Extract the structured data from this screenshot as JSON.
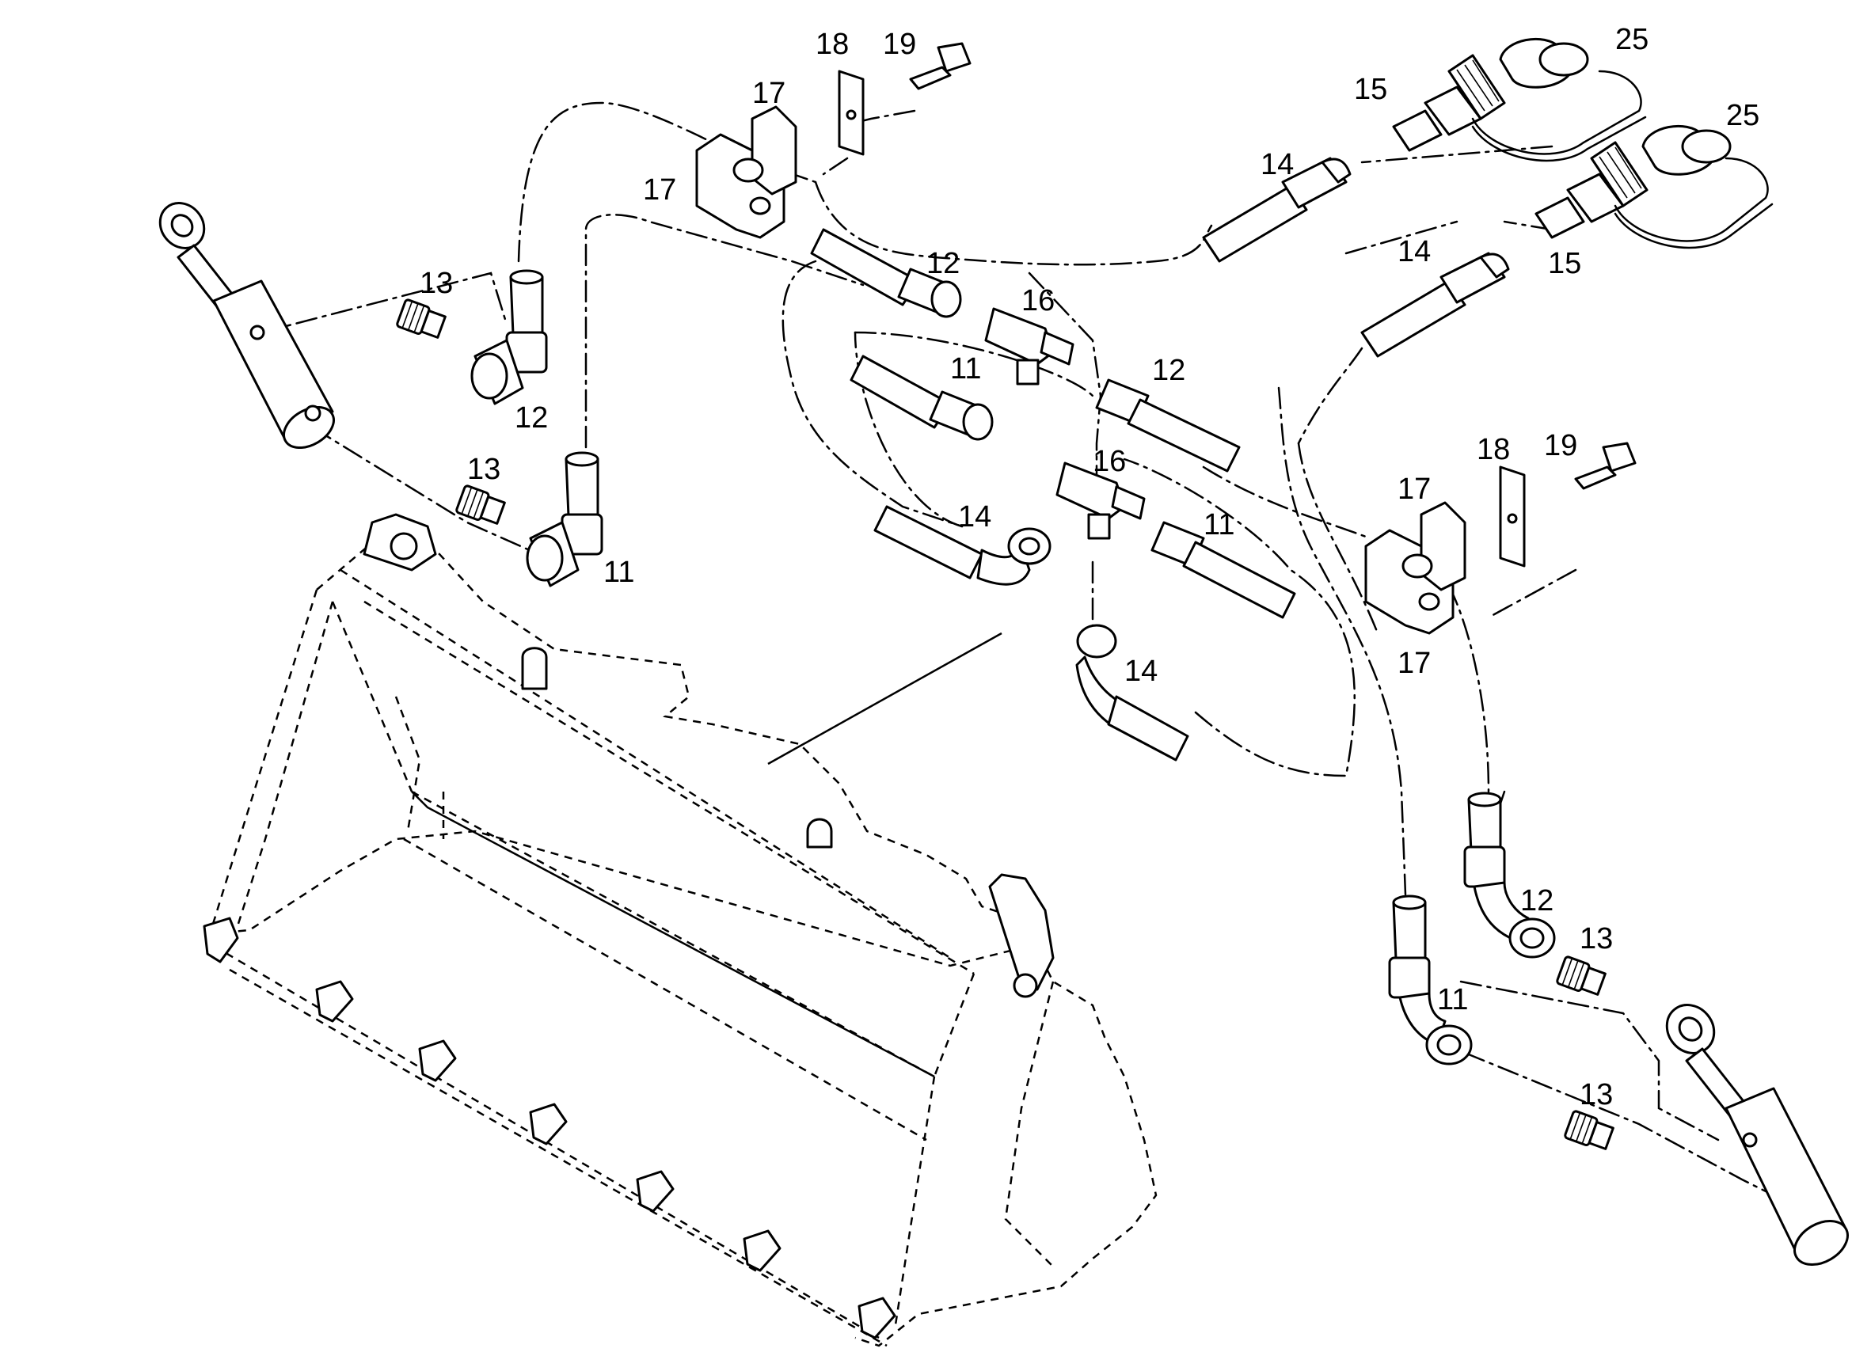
{
  "callouts": [
    {
      "id": "c-18-top",
      "text": "18"
    },
    {
      "id": "c-19-top",
      "text": "19"
    },
    {
      "id": "c-17-top-a",
      "text": "17"
    },
    {
      "id": "c-17-top-b",
      "text": "17"
    },
    {
      "id": "c-25-a",
      "text": "25"
    },
    {
      "id": "c-15-a",
      "text": "15"
    },
    {
      "id": "c-25-b",
      "text": "25"
    },
    {
      "id": "c-14-a",
      "text": "14"
    },
    {
      "id": "c-14-b",
      "text": "14"
    },
    {
      "id": "c-15-b",
      "text": "15"
    },
    {
      "id": "c-13-left-top",
      "text": "13"
    },
    {
      "id": "c-12-left",
      "text": "12"
    },
    {
      "id": "c-12-center-top",
      "text": "12"
    },
    {
      "id": "c-16-top",
      "text": "16"
    },
    {
      "id": "c-11-center",
      "text": "11"
    },
    {
      "id": "c-12-center-right",
      "text": "12"
    },
    {
      "id": "c-13-left-bottom",
      "text": "13"
    },
    {
      "id": "c-16-bottom",
      "text": "16"
    },
    {
      "id": "c-14-center",
      "text": "14"
    },
    {
      "id": "c-11-center-right",
      "text": "11"
    },
    {
      "id": "c-11-left",
      "text": "11"
    },
    {
      "id": "c-18-right",
      "text": "18"
    },
    {
      "id": "c-19-right",
      "text": "19"
    },
    {
      "id": "c-17-right-top",
      "text": "17"
    },
    {
      "id": "c-17-right-bottom",
      "text": "17"
    },
    {
      "id": "c-14-bottom",
      "text": "14"
    },
    {
      "id": "c-12-right",
      "text": "12"
    },
    {
      "id": "c-13-right-top",
      "text": "13"
    },
    {
      "id": "c-11-right",
      "text": "11"
    },
    {
      "id": "c-13-right-bottom",
      "text": "13"
    }
  ],
  "colors": {
    "ink": "#000000",
    "paper": "#ffffff"
  }
}
